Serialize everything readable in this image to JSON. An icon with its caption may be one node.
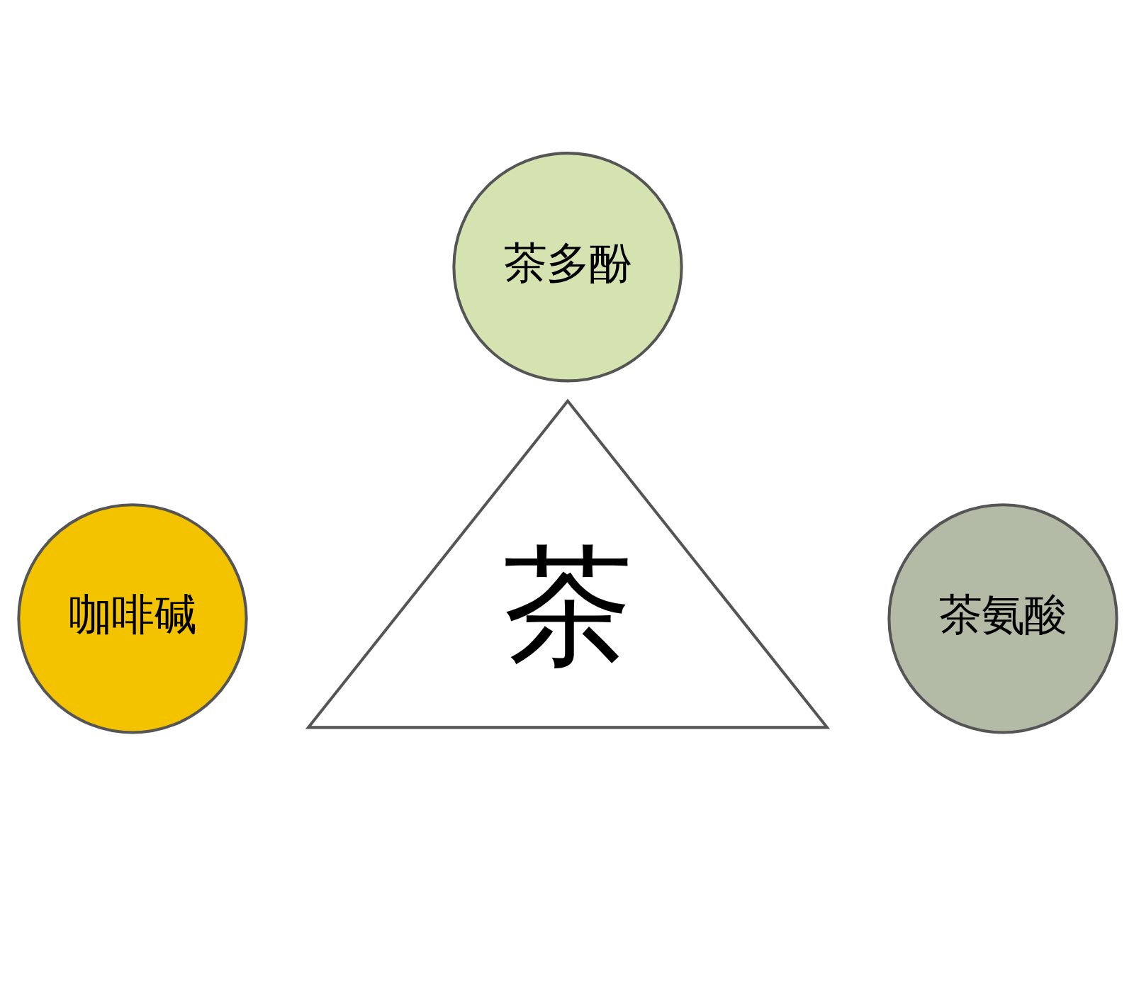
{
  "diagram": {
    "nodes": [
      {
        "text": [
          "茶多酚"
        ]
      },
      {
        "text": [
          "茶"
        ]
      },
      {
        "text": [
          "咖啡碱"
        ]
      },
      {
        "text": [
          "茶氨酸"
        ]
      }
    ]
  }
}
